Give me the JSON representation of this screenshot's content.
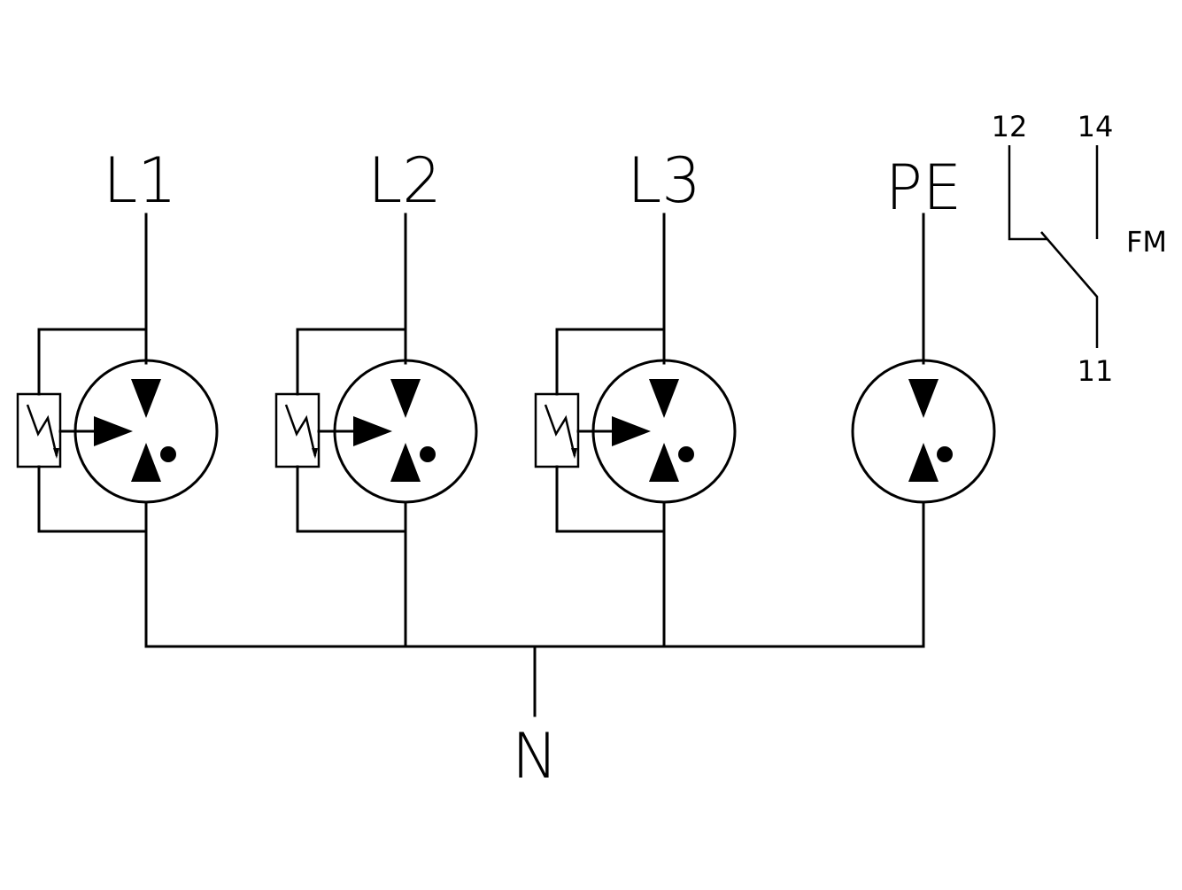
{
  "diagram": {
    "phases": [
      {
        "label": "L1",
        "has_varistor": true
      },
      {
        "label": "L2",
        "has_varistor": true
      },
      {
        "label": "L3",
        "has_varistor": true
      },
      {
        "label": "PE",
        "has_varistor": false
      }
    ],
    "neutral_label": "N",
    "contact": {
      "terminal_nc": "12",
      "terminal_no": "14",
      "terminal_common": "11",
      "label": "FM"
    }
  }
}
